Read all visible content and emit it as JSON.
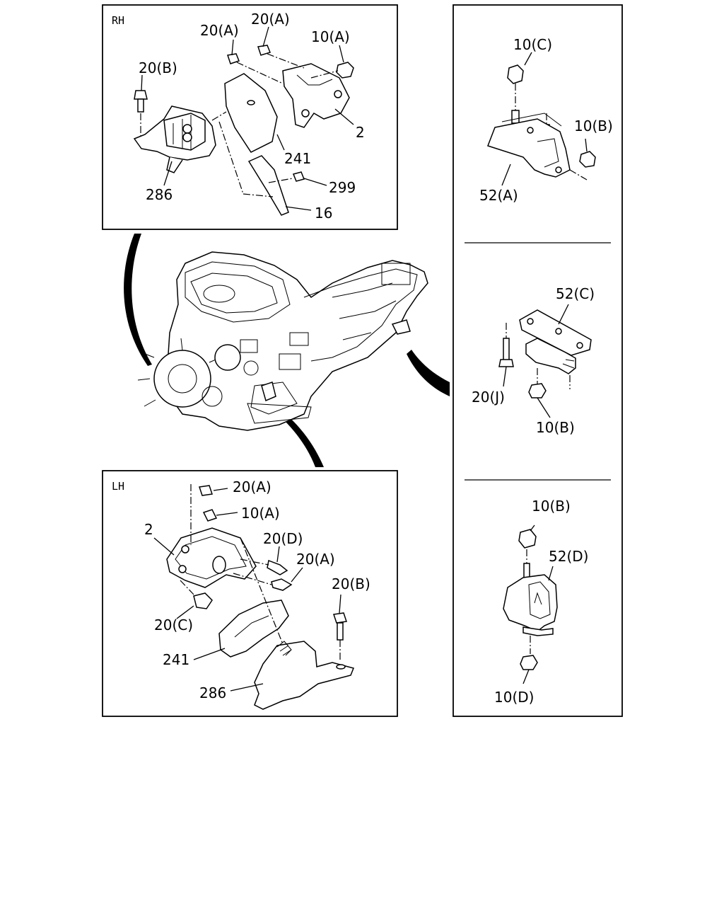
{
  "diagram": {
    "panels": {
      "rh": {
        "tag": "RH"
      },
      "lh": {
        "tag": "LH"
      }
    },
    "callouts": {
      "rh_20a_1": "20(A)",
      "rh_20a_2": "20(A)",
      "rh_10a": "10(A)",
      "rh_20b": "20(B)",
      "rh_2": "2",
      "rh_241": "241",
      "rh_286": "286",
      "rh_299": "299",
      "rh_16": "16",
      "r1_10c": "10(C)",
      "r1_10b": "10(B)",
      "r1_52a": "52(A)",
      "r2_52c": "52(C)",
      "r2_20j": "20(J)",
      "r2_10b": "10(B)",
      "r3_10b": "10(B)",
      "r3_52d": "52(D)",
      "r3_10d": "10(D)",
      "lh_20a_1": "20(A)",
      "lh_10a": "10(A)",
      "lh_2": "2",
      "lh_20d": "20(D)",
      "lh_20a_2": "20(A)",
      "lh_20b": "20(B)",
      "lh_20c": "20(C)",
      "lh_241": "241",
      "lh_286": "286"
    }
  }
}
